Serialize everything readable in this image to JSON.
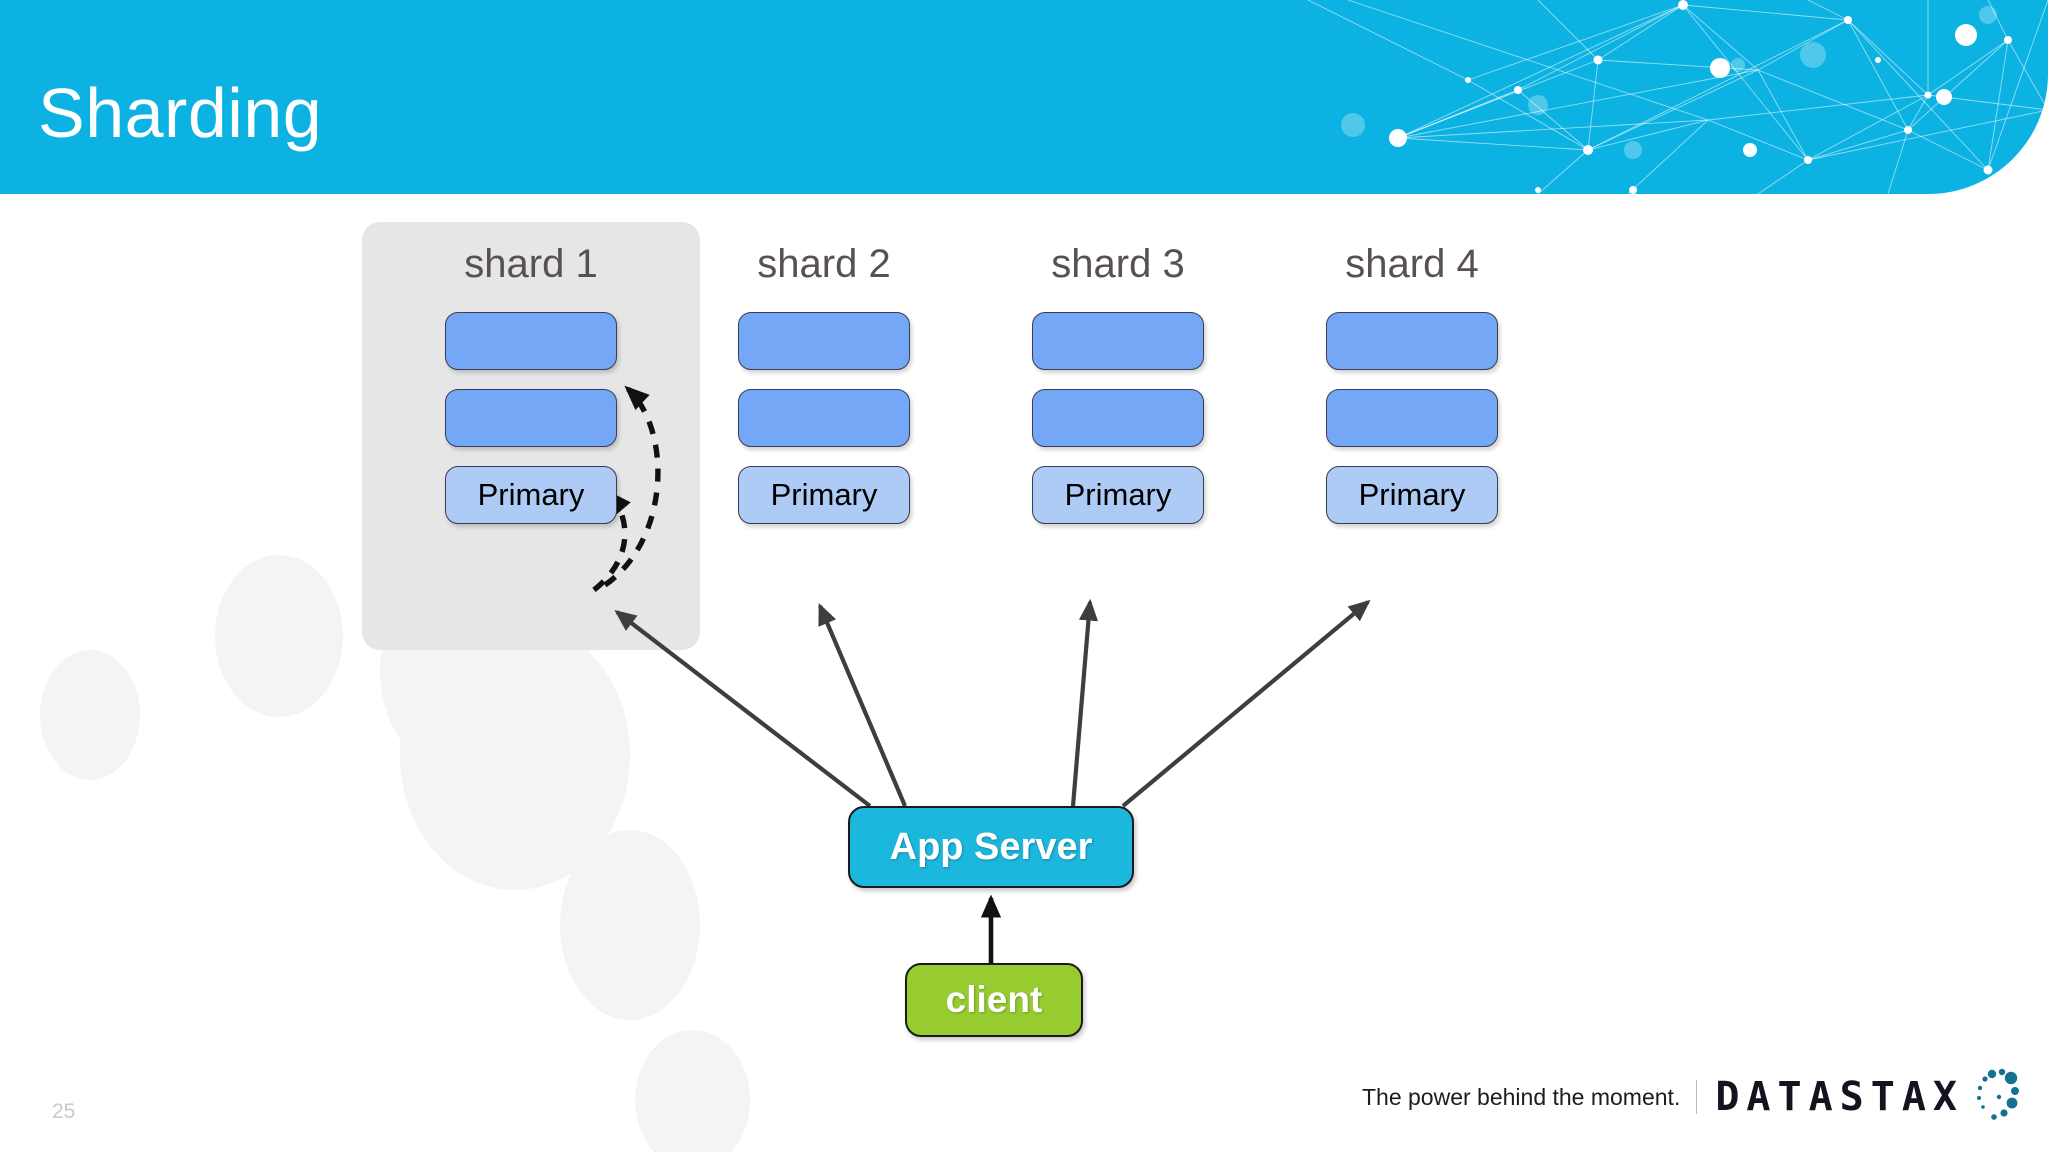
{
  "slide": {
    "title": "Sharding",
    "page_number": "25",
    "header_color": "#0cb3e2",
    "background_color": "#ffffff"
  },
  "footer": {
    "tagline": "The power behind the moment.",
    "wordmark": "DATASTAX",
    "logo_color": "#12728f"
  },
  "diagram": {
    "type": "architecture-diagram",
    "highlighted_shard": "shard 1",
    "shards": [
      {
        "label": "shard 1",
        "highlighted": true,
        "nodes": [
          {
            "role": "secondary",
            "label": "",
            "color": "#74a8f7"
          },
          {
            "role": "secondary",
            "label": "",
            "color": "#74a8f7"
          },
          {
            "role": "primary",
            "label": "Primary",
            "color": "#aecbf5"
          }
        ]
      },
      {
        "label": "shard 2",
        "highlighted": false,
        "nodes": [
          {
            "role": "secondary",
            "label": "",
            "color": "#74a8f7"
          },
          {
            "role": "secondary",
            "label": "",
            "color": "#74a8f7"
          },
          {
            "role": "primary",
            "label": "Primary",
            "color": "#aecbf5"
          }
        ]
      },
      {
        "label": "shard 3",
        "highlighted": false,
        "nodes": [
          {
            "role": "secondary",
            "label": "",
            "color": "#74a8f7"
          },
          {
            "role": "secondary",
            "label": "",
            "color": "#74a8f7"
          },
          {
            "role": "primary",
            "label": "Primary",
            "color": "#aecbf5"
          }
        ]
      },
      {
        "label": "shard 4",
        "highlighted": false,
        "nodes": [
          {
            "role": "secondary",
            "label": "",
            "color": "#74a8f7"
          },
          {
            "role": "secondary",
            "label": "",
            "color": "#74a8f7"
          },
          {
            "role": "primary",
            "label": "Primary",
            "color": "#aecbf5"
          }
        ]
      }
    ],
    "app_server": {
      "label": "App Server",
      "color": "#1cb7dd"
    },
    "client": {
      "label": "client",
      "color": "#97cc30"
    },
    "connections": [
      {
        "from": "client",
        "to": "App Server",
        "style": "solid"
      },
      {
        "from": "App Server",
        "to": "shard 1 Primary",
        "style": "solid"
      },
      {
        "from": "App Server",
        "to": "shard 2 Primary",
        "style": "solid"
      },
      {
        "from": "App Server",
        "to": "shard 3 Primary",
        "style": "solid"
      },
      {
        "from": "App Server",
        "to": "shard 4 Primary",
        "style": "solid"
      },
      {
        "from": "shard 1 Primary",
        "to": "shard 1 secondary 1",
        "style": "dashed"
      },
      {
        "from": "shard 1 Primary",
        "to": "shard 1 secondary 2",
        "style": "dashed"
      }
    ]
  }
}
